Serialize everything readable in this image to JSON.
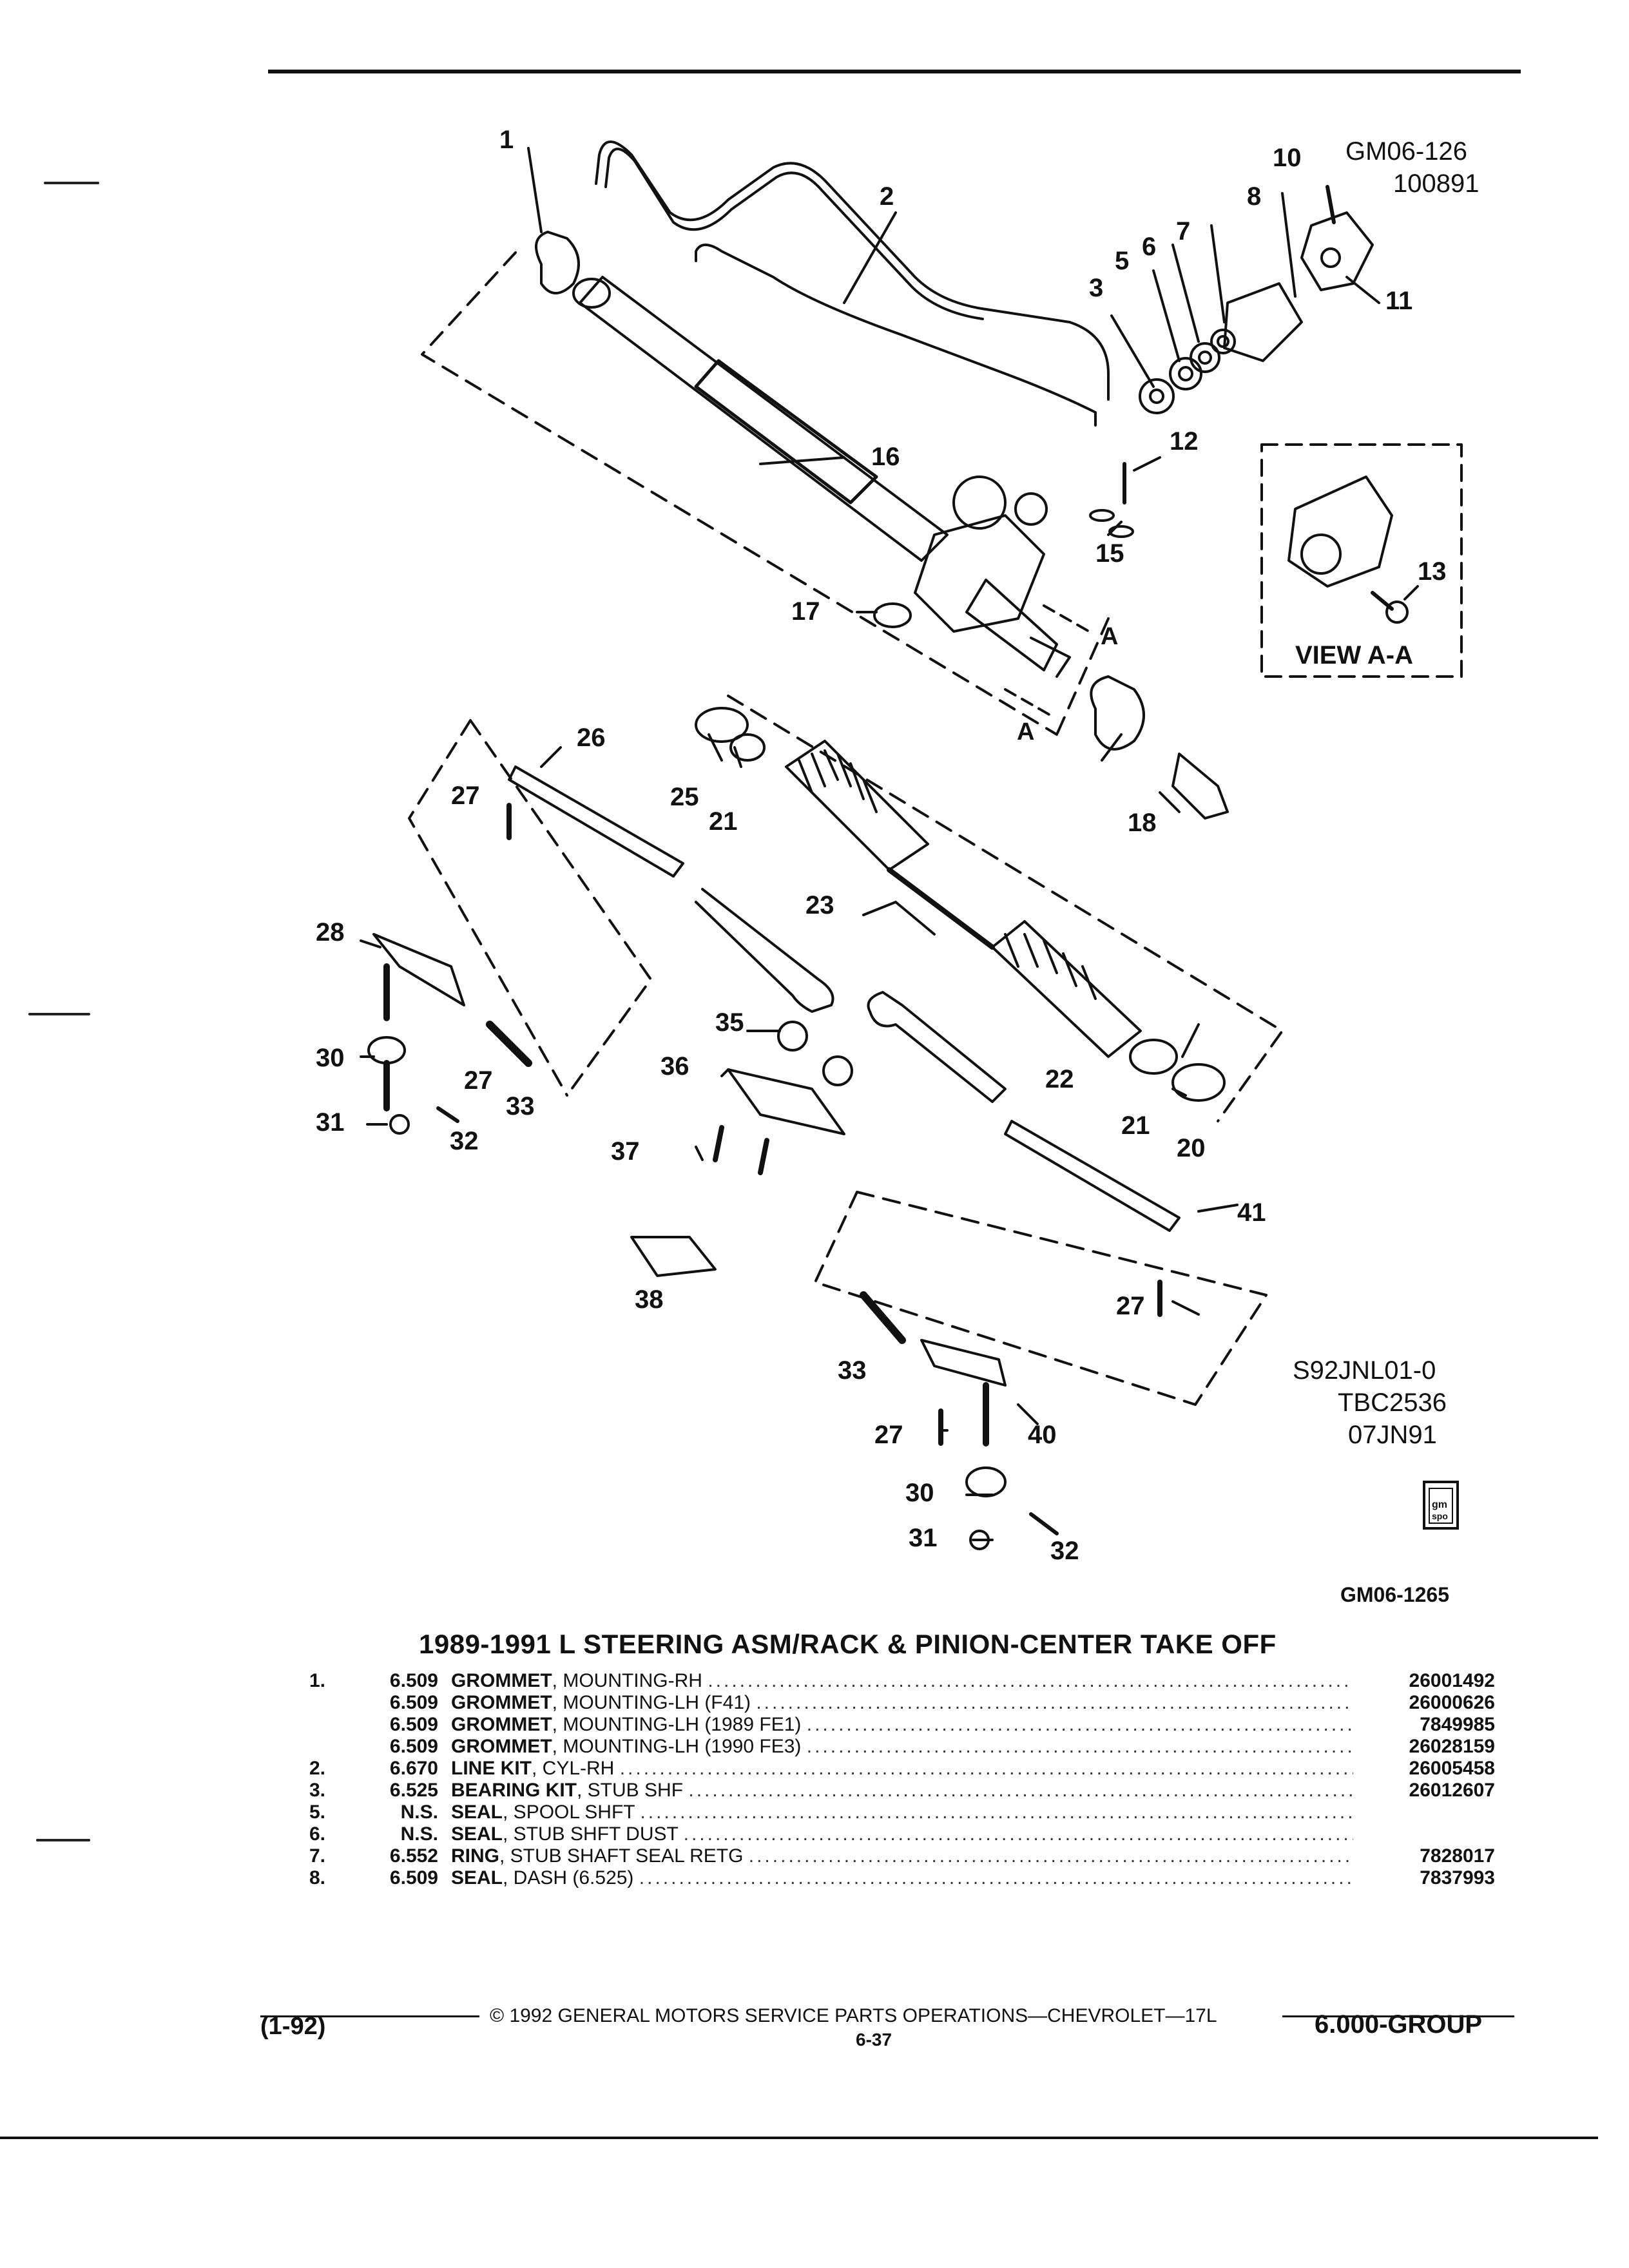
{
  "header": {
    "ref_code": "GM06-126",
    "ref_date": "100891"
  },
  "view_label": "VIEW A-A",
  "section_mark": "A",
  "illustration": {
    "code": "S92JNL01-0",
    "tbc": "TBC2536",
    "date": "07JN91",
    "figure_ref": "GM06-1265",
    "gmspo_logo": "gm spo"
  },
  "callouts": [
    "1",
    "2",
    "3",
    "5",
    "6",
    "7",
    "8",
    "10",
    "11",
    "12",
    "13",
    "15",
    "16",
    "17",
    "18",
    "20",
    "21",
    "22",
    "23",
    "25",
    "26",
    "27",
    "28",
    "30",
    "31",
    "32",
    "33",
    "35",
    "36",
    "37",
    "38",
    "40",
    "41"
  ],
  "parts_title": "1989-1991 L STEERING ASM/RACK & PINION-CENTER TAKE OFF",
  "parts": [
    {
      "index": "1.",
      "group": "6.509",
      "name": "GROMMET",
      "desc": ", MOUNTING-RH",
      "part_no": "26001492"
    },
    {
      "index": "",
      "group": "6.509",
      "name": "GROMMET",
      "desc": ", MOUNTING-LH (F41)",
      "part_no": "26000626"
    },
    {
      "index": "",
      "group": "6.509",
      "name": "GROMMET",
      "desc": ", MOUNTING-LH (1989 FE1)",
      "part_no": "7849985"
    },
    {
      "index": "",
      "group": "6.509",
      "name": "GROMMET",
      "desc": ", MOUNTING-LH (1990 FE3)",
      "part_no": "26028159"
    },
    {
      "index": "2.",
      "group": "6.670",
      "name": "LINE KIT",
      "desc": ", CYL-RH",
      "part_no": "26005458"
    },
    {
      "index": "3.",
      "group": "6.525",
      "name": "BEARING KIT",
      "desc": ", STUB SHF",
      "part_no": "26012607"
    },
    {
      "index": "5.",
      "group": "N.S.",
      "name": "SEAL",
      "desc": ", SPOOL SHFT",
      "part_no": ""
    },
    {
      "index": "6.",
      "group": "N.S.",
      "name": "SEAL",
      "desc": ", STUB SHFT DUST",
      "part_no": ""
    },
    {
      "index": "7.",
      "group": "6.552",
      "name": "RING",
      "desc": ", STUB SHAFT SEAL RETG",
      "part_no": "7828017"
    },
    {
      "index": "8.",
      "group": "6.509",
      "name": "SEAL",
      "desc": ", DASH (6.525)",
      "part_no": "7837993"
    }
  ],
  "footer": {
    "copyright": "© 1992 GENERAL MOTORS SERVICE PARTS OPERATIONS—CHEVROLET—17L",
    "date_code": "(1-92)",
    "page": "6-37",
    "group": "6.000-GROUP"
  }
}
